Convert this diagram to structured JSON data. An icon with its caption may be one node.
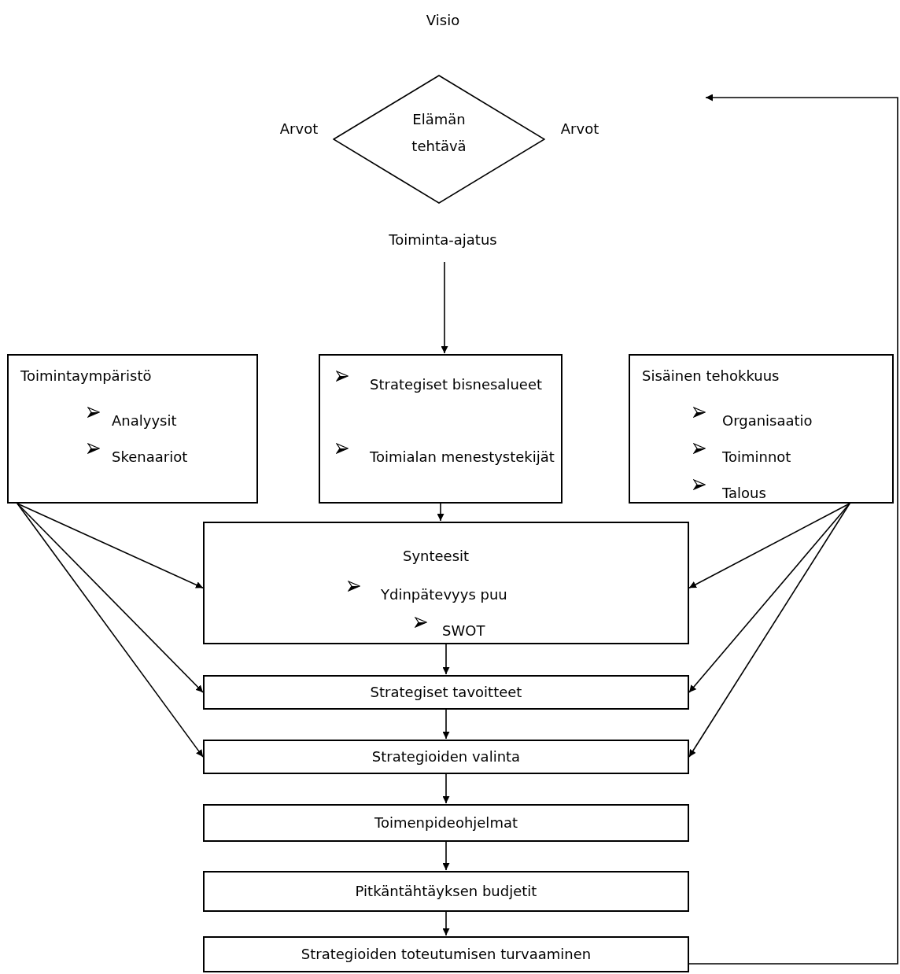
{
  "diagram": {
    "nodes": [
      {
        "text": [
          "Elämän tehtävä"
        ]
      },
      {
        "text": [
          "Toiminta-ajatus"
        ]
      },
      {
        "text": [
          "Toimintaympäristö",
          "Analyysit",
          "Skenaariot"
        ]
      },
      {
        "text": [
          "Strategiset bisnesalueet",
          "Toimialan menestystekijät"
        ]
      },
      {
        "text": [
          "Sisäinen tehokkuus",
          "Organisaatio",
          "Toiminnot",
          "Talous"
        ]
      },
      {
        "text": [
          "Synteesit",
          "Ydinpätevyys puu",
          "SWOT"
        ]
      },
      {
        "text": [
          "Strategiset tavoitteet"
        ]
      },
      {
        "text": [
          "Strategioiden valinta"
        ]
      },
      {
        "text": [
          "Toimenpideohjelmat"
        ]
      },
      {
        "text": [
          "Pitkäntähtäyksen budjetit"
        ]
      },
      {
        "text": [
          "Strategioiden toteutumisen turvaaminen"
        ]
      }
    ],
    "edges": [
      {
        "from": 1,
        "to": 3,
        "arrow": "to"
      },
      {
        "from": 3,
        "to": 5,
        "arrow": "to"
      },
      {
        "from": 2,
        "to": 5,
        "arrow": "to"
      },
      {
        "from": 2,
        "to": 6,
        "arrow": "to"
      },
      {
        "from": 2,
        "to": 7,
        "arrow": "to"
      },
      {
        "from": 4,
        "to": 5,
        "arrow": "to"
      },
      {
        "from": 4,
        "to": 6,
        "arrow": "to"
      },
      {
        "from": 4,
        "to": 7,
        "arrow": "to"
      },
      {
        "from": 5,
        "to": 6,
        "arrow": "to"
      },
      {
        "from": 6,
        "to": 7,
        "arrow": "to"
      },
      {
        "from": 7,
        "to": 8,
        "arrow": "to"
      },
      {
        "from": 8,
        "to": 9,
        "arrow": "to"
      },
      {
        "from": 9,
        "to": 10,
        "arrow": "to"
      },
      {
        "from": 10,
        "to": null,
        "arrow": "to"
      }
    ],
    "labels": [
      "Visio",
      "Arvot",
      "Arvot"
    ]
  }
}
